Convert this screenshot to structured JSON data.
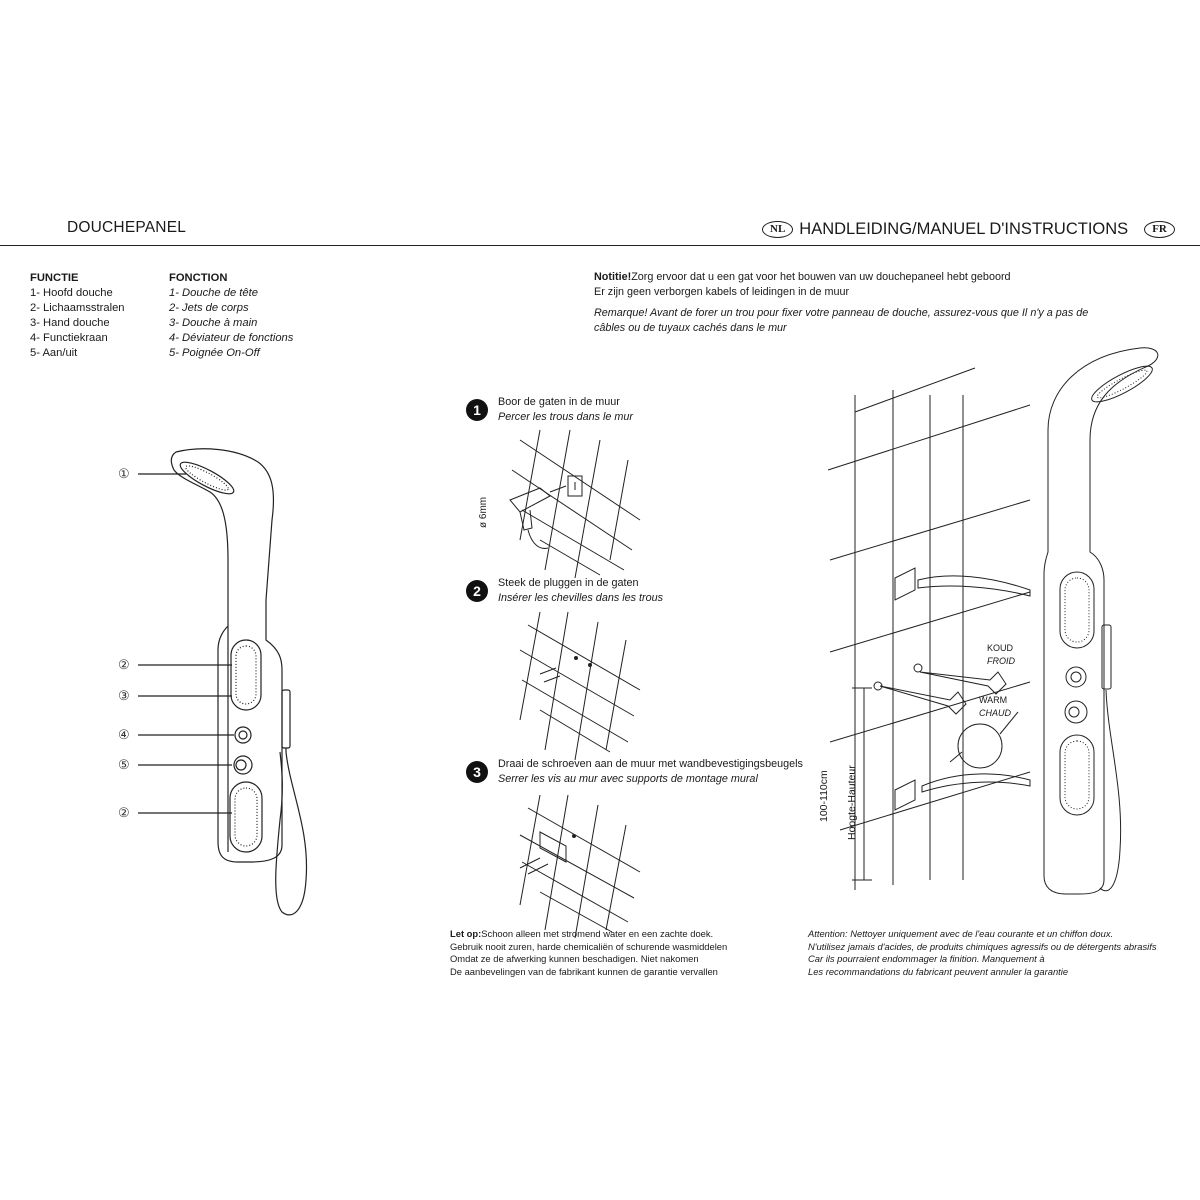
{
  "header": {
    "left_title": "DOUCHEPANEL",
    "right_title": "HANDLEIDING/MANUEL D'INSTRUCTIONS",
    "lang_nl": "NL",
    "lang_fr": "FR"
  },
  "functions_nl": {
    "heading": "FUNCTIE",
    "items": [
      "1- Hoofd douche",
      "2- Lichaamsstralen",
      "3- Hand douche",
      "4- Functiekraan",
      "5- Aan/uit"
    ]
  },
  "functions_fr": {
    "heading": "FONCTION",
    "items": [
      "1- Douche de tête",
      "2- Jets de corps",
      "3- Douche à main",
      "4- Déviateur de fonctions",
      "5- Poignée On-Off"
    ]
  },
  "callouts": [
    "①",
    "②",
    "③",
    "④",
    "⑤",
    "②"
  ],
  "notice": {
    "label": "Notitie!",
    "nl_line1": "Zorg ervoor dat u een gat voor het bouwen van uw douchepaneel hebt geboord",
    "nl_line2": "Er zijn geen verborgen kabels of leidingen in de muur",
    "fr_line1": "Remarque!  Avant de forer un trou pour fixer votre panneau de douche, assurez-vous que Il n'y a pas de",
    "fr_line2": "câbles ou de tuyaux cachés dans le mur"
  },
  "steps": [
    {
      "num": "1",
      "nl": "Boor de gaten in de muur",
      "fr": "Percer les trous dans le mur"
    },
    {
      "num": "2",
      "nl": "Steek de pluggen in de gaten",
      "fr": "Insérer les chevilles dans les trous"
    },
    {
      "num": "3",
      "nl": "Draai de schroeven aan de muur met wandbevestigingsbeugels",
      "fr": "Serrer les vis au mur avec supports de montage mural"
    }
  ],
  "drill_label": "ø 6mm",
  "install_labels": {
    "koud": "KOUD",
    "froid": "FROID",
    "warm": "WARM",
    "chaud": "CHAUD",
    "height": "100-110cm",
    "height_label": "Hoogte-Hauteur"
  },
  "footer_nl": {
    "label": "Let op:",
    "line1": "Schoon alleen met stromend water en een zachte doek.",
    "line2": "Gebruik nooit zuren, harde chemicaliën of schurende wasmiddelen",
    "line3": "Omdat ze de afwerking kunnen beschadigen. Niet nakomen",
    "line4": "De aanbevelingen van de fabrikant kunnen de garantie vervallen"
  },
  "footer_fr": {
    "line1": "Attention:  Nettoyer uniquement avec de l'eau courante et un chiffon doux.",
    "line2": "N'utilisez jamais d'acides, de produits chimiques agressifs ou de détergents abrasifs",
    "line3": "Car ils pourraient endommager la finition. Manquement à",
    "line4": "Les recommandations du fabricant peuvent annuler la garantie"
  }
}
